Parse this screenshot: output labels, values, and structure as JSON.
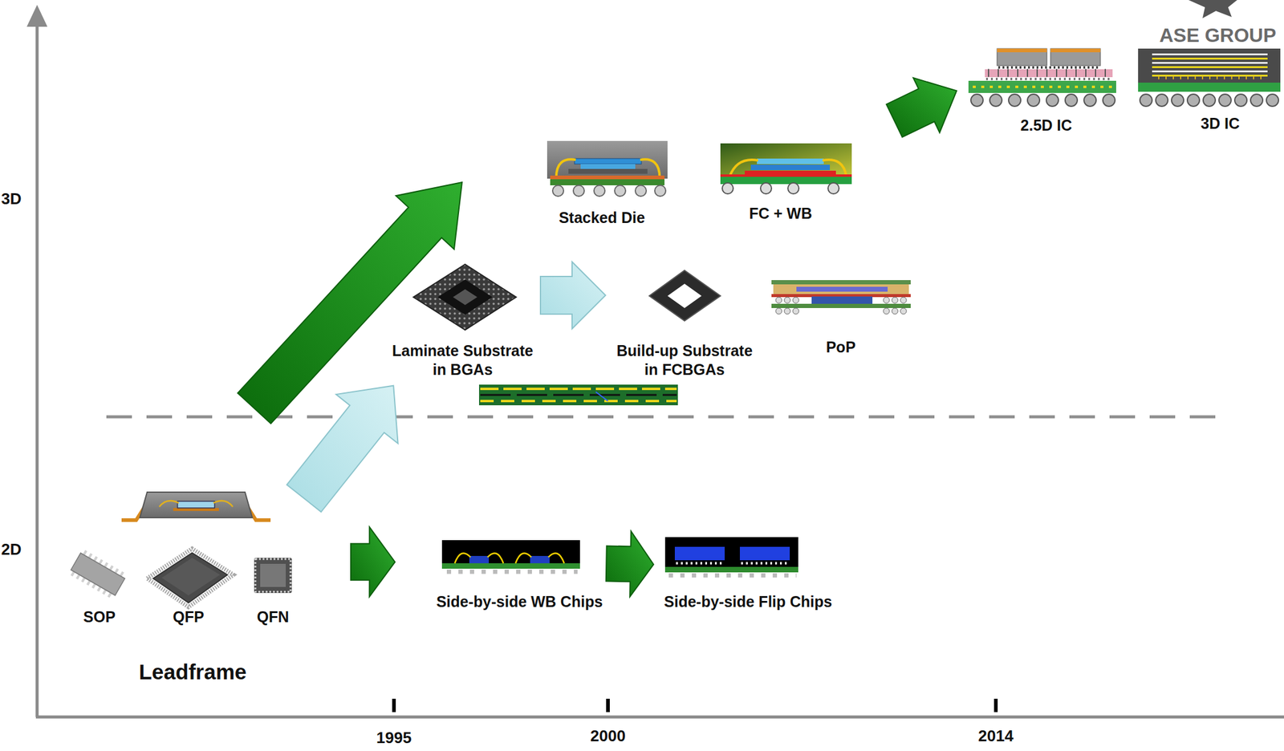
{
  "diagram": {
    "nodes": [
      {
        "text": [
          "Leadframe"
        ]
      },
      {
        "text": [
          "SOP"
        ],
        "in": 0
      },
      {
        "text": [
          "QFP"
        ],
        "in": 0
      },
      {
        "text": [
          "QFN"
        ],
        "in": 0
      },
      {
        "text": [
          "Side-by-side WB Chips"
        ]
      },
      {
        "text": [
          "Side-by-side Flip Chips"
        ]
      },
      {
        "text": [
          "Laminate Substrate in BGAs"
        ]
      },
      {
        "text": [
          "Build-up Substrate in FCBGAs"
        ]
      },
      {
        "text": [
          "PoP"
        ]
      },
      {
        "text": [
          "Stacked Die"
        ]
      },
      {
        "text": [
          "FC + WB"
        ]
      },
      {
        "text": [
          "2.5D IC"
        ]
      },
      {
        "text": [
          "3D IC"
        ]
      }
    ],
    "edges": [
      {
        "from": 0,
        "to": 4,
        "arrow": "to"
      },
      {
        "from": 4,
        "to": 5,
        "arrow": "to"
      },
      {
        "from": 0,
        "to": 6,
        "arrow": "to"
      },
      {
        "from": 6,
        "to": 7,
        "arrow": "to"
      },
      {
        "from": 0,
        "to": 9,
        "arrow": "to"
      },
      {
        "from": 10,
        "to": 11,
        "arrow": "to"
      }
    ],
    "labels": [
      "3D",
      "2D",
      "1995",
      "2000",
      "2014",
      "ASE GROUP"
    ]
  }
}
